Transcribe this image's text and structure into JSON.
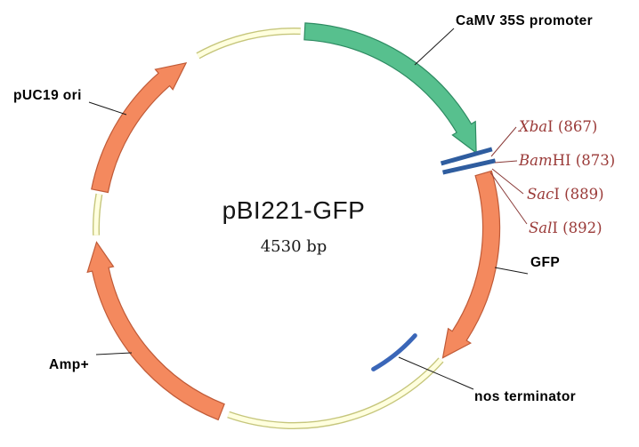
{
  "diagram": {
    "title": "pBI221-GFP",
    "size_label": "4530 bp",
    "colors": {
      "backbone_fill": "#FFFFDE",
      "backbone_stroke": "#C6C67C",
      "orange_fill": "#F4895E",
      "orange_stroke": "#C05B38",
      "green_fill": "#57C08E",
      "green_stroke": "#2E8B62",
      "site_bar": "#2F5D9F",
      "nos_line": "#3A66B8",
      "site_text": "#9A3A38",
      "leader_red": "#8A3A38",
      "leader_black": "#1A1A1A"
    },
    "backbone_segments": [
      [
        331,
        362
      ],
      [
        131.8,
        199.3
      ],
      [
        268,
        280
      ]
    ]
  },
  "features": [
    {
      "id": "camv",
      "name": "CaMV 35S promoter",
      "shape": "arrow",
      "color_key": "green",
      "start_deg": 3.2,
      "end_deg": 67.5
    },
    {
      "id": "gfp",
      "name": "GFP",
      "shape": "arrow",
      "color_key": "orange",
      "start_deg": 73.8,
      "end_deg": 131
    },
    {
      "id": "amp",
      "name": "Amp+",
      "shape": "arrow",
      "color_key": "orange",
      "start_deg": 201.5,
      "end_deg": 266
    },
    {
      "id": "puc",
      "name": "pUC19 ori",
      "shape": "arrow",
      "color_key": "orange",
      "start_deg": 281,
      "end_deg": 327
    },
    {
      "id": "nos",
      "name": "nos terminator",
      "shape": "line",
      "color_key": "nos",
      "start_deg": 131.5,
      "end_deg": 150.5,
      "radius": 182
    }
  ],
  "site_marker_bars": [
    {
      "r1": 181,
      "a1": 66.2,
      "r2": 240,
      "a2": 68.2
    },
    {
      "r1": 179,
      "a1": 69.4,
      "r2": 239,
      "a2": 71.4
    }
  ],
  "labels": {
    "camv": "CaMV 35S promoter",
    "gfp": "GFP",
    "amp": "Amp+",
    "puc": "pUC19 ori",
    "nos": "nos terminator"
  },
  "restriction_sites": [
    {
      "italic": "Xba",
      "rest": "I (867)"
    },
    {
      "italic": "Bam",
      "rest": "HI (873)"
    },
    {
      "italic": "Sac",
      "rest": "I (889)"
    },
    {
      "italic": "Sal",
      "rest": "I (892)"
    }
  ]
}
